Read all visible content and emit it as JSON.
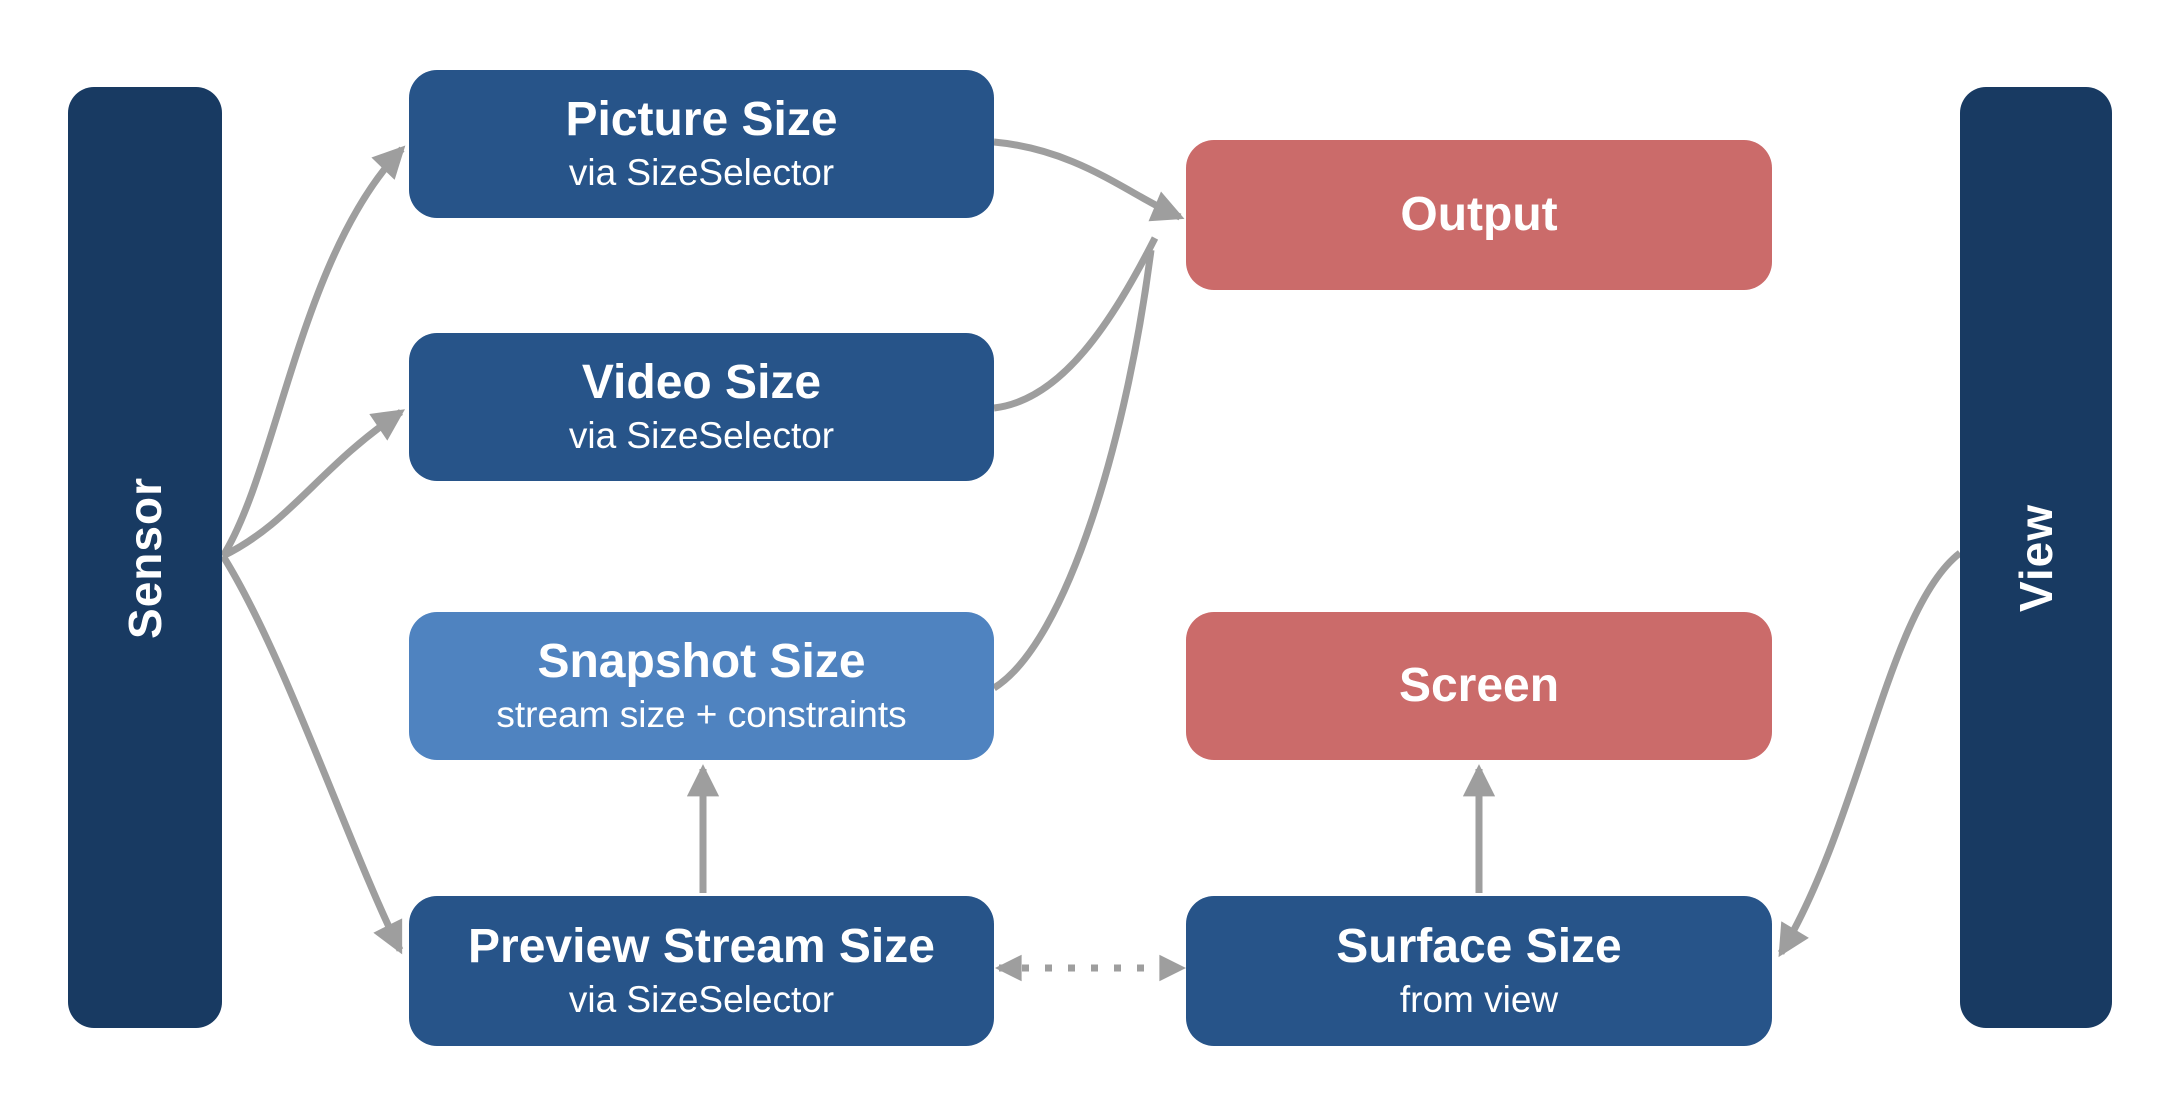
{
  "diagram": {
    "rails": {
      "left": {
        "label": "Sensor"
      },
      "right": {
        "label": "View"
      }
    },
    "nodes": {
      "picture": {
        "title": "Picture Size",
        "subtitle": "via SizeSelector"
      },
      "video": {
        "title": "Video Size",
        "subtitle": "via SizeSelector"
      },
      "snapshot": {
        "title": "Snapshot Size",
        "subtitle": "stream size + constraints"
      },
      "preview": {
        "title": "Preview Stream Size",
        "subtitle": "via SizeSelector"
      },
      "output": {
        "title": "Output"
      },
      "screen": {
        "title": "Screen"
      },
      "surface": {
        "title": "Surface Size",
        "subtitle": "from view"
      }
    },
    "edges": [
      {
        "from": "Sensor",
        "to": "Picture Size",
        "style": "solid-arrow"
      },
      {
        "from": "Sensor",
        "to": "Video Size",
        "style": "solid-arrow"
      },
      {
        "from": "Sensor",
        "to": "Preview Stream Size",
        "style": "solid-arrow"
      },
      {
        "from": "Picture Size",
        "to": "Output",
        "style": "solid-arrow"
      },
      {
        "from": "Video Size",
        "to": "Output",
        "style": "solid-arrow"
      },
      {
        "from": "Snapshot Size",
        "to": "Output",
        "style": "solid-arrow"
      },
      {
        "from": "Preview Stream Size",
        "to": "Snapshot Size",
        "style": "solid-arrow"
      },
      {
        "from": "Surface Size",
        "to": "Screen",
        "style": "solid-arrow"
      },
      {
        "from": "View",
        "to": "Surface Size",
        "style": "solid-arrow"
      },
      {
        "from": "Preview Stream Size",
        "to": "Surface Size",
        "style": "dotted-bidirectional-arrow"
      }
    ],
    "colors": {
      "navy": "#183a62",
      "blue": "#275489",
      "lightblue": "#4f83c0",
      "red": "#cb6b6a",
      "arrow": "#9e9e9e",
      "text": "#ffffff",
      "background": "#ffffff"
    }
  }
}
